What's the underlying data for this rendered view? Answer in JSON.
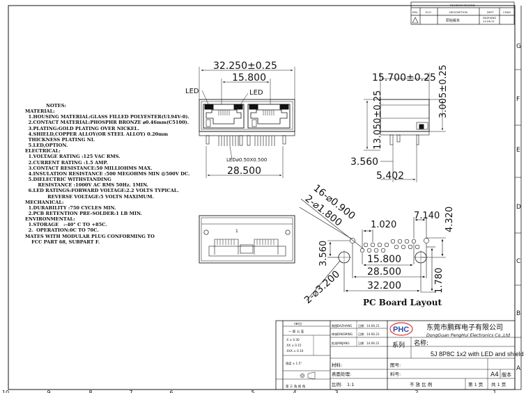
{
  "border": {
    "right_letters": [
      "G",
      "F",
      "E",
      "D",
      "C",
      "B",
      "A"
    ],
    "bottom_numbers": [
      "10",
      "9",
      "8",
      "7",
      "6",
      "5",
      "4",
      "3",
      "2",
      "1"
    ]
  },
  "revision": {
    "title": "REVISION RECORD",
    "col_rev": "REV",
    "col_eco": "ECO",
    "col_desc": "DESCRIPTION",
    "col_drft": "DRFT",
    "col_chkd": "CHKD",
    "row_desc": "原始版本",
    "row_drft": "DAZHANG",
    "row_date": "14.06.21"
  },
  "notes": [
    "NOTES:",
    "MATERIAL:",
    "  1.HOUSING MATERIAL:GLASS FILLED POLYESTER(UL94V-0).",
    "  2.CONTACT MATERIAL:PHOSPHR BRONZE ⌀0.46mm(C5100).",
    "  3.PLATING:GOLD PLATING OVER NICKEL.",
    "  4.SHIELD,COPPER ALLOY(OR STEEL ALLOY) 0.20mm",
    "  THICKNESS PLATING NI.",
    "  5.LED,OPTION.",
    "ELECTRICAL:",
    "  1.VOLTAGE RATING :125 VAC RMS.",
    "  2.CURRENT RATING :1.5 AMP.",
    "  3.CONTACT RESISTANCE:50 MILLIOHMS MAX.",
    "  4.INSULATION RESISTANCE :500 MEGOHMS MIN @500V DC.",
    "  5.DIELECTRIC WITHSTANDING",
    "        RESISTANCE :1000V AC RMS 50Hz. 1MIN.",
    "  6.LED RATINGS:FORWARD VOLTAGE:2.2 VOLTS TYPICAL.",
    "              REVERSE VOLTAGE:5 VOLTS MAXIMUM.",
    "MECHANICAL:",
    "  1.DURABILITY :750 CYCLES MIN.",
    "  2.PCB RETENTION PRE-SOLDER:1 LB MIN.",
    "ENVIRONMENTAL:",
    "  1.STORAGE   :-40° C TO +85C.",
    "  2.  OPERATION:0C TO 70C.",
    "MATES WITH MODULAR PLUG CONFORMING TO",
    "    FCC PART 68, SUBPART F."
  ],
  "dims": {
    "front_width": "32.250±0.25",
    "front_inner": "15.800",
    "led_left": "LED",
    "led_right": "LED",
    "front_pin": "LED⌀0.50X0.500",
    "front_bottom": "28.500",
    "side_width": "15.700±0.25",
    "side_height": "13.050±0.25",
    "side_small": "3.005±0.25",
    "side_3560": "3.560",
    "side_5402": "5.402",
    "pcb_16": "16-⌀0.900",
    "pcb_2a": "2-⌀1.800",
    "pcb_1020": "1.020",
    "pcb_7140": "7.140",
    "pcb_4320": "4.320",
    "pcb_3560": "3.560",
    "pcb_15800": "15.800",
    "pcb_28500": "28.500",
    "pcb_32200": "32.200",
    "pcb_1780": "1.780",
    "pcb_2b": "2-⌀3.200",
    "pcb_title": "PC Board Layout"
  },
  "title_block": {
    "company_cn": "东莞市鹏辉电子有限公司",
    "company_en": "DongGuan PengHui Electronics Co.,Ltd",
    "logo": "PHC",
    "series_label": "系列",
    "name_label": "名称:",
    "name_value": "5J 8P8C 1x2 with LED and shield",
    "size": "A4",
    "version_label": "版本",
    "material_label": "材料:",
    "drawing_no_label": "图号:",
    "process_label": "表面处理:",
    "part_no_label": "料号:",
    "scale_label": "比例:",
    "scale_value": "1:1",
    "unit_label": "不 放 比 例",
    "page_label": "第 1 页",
    "pages_label": "共 1 页",
    "proj_label": "第 三 角 视 角",
    "tol_header": "一 般 公 差",
    "tol_unit": "(单位)",
    "tol_x": ".X  ± 0.30",
    "tol_xx": ".XX  ± 0.15",
    "tol_xxx": ".XXX ± 0.10",
    "angle": "角度 ± 1.5°",
    "row1_name": "DAZHANG",
    "row1_date": "14.06.21",
    "row2_name": "DINGMING",
    "row2_date": "14.06.21",
    "row3_name": "XINJANG",
    "row3_date": "14.06.21",
    "date_label": "日期",
    "draw_label": "制图",
    "check_label": "审核",
    "approve_label": "批准"
  }
}
